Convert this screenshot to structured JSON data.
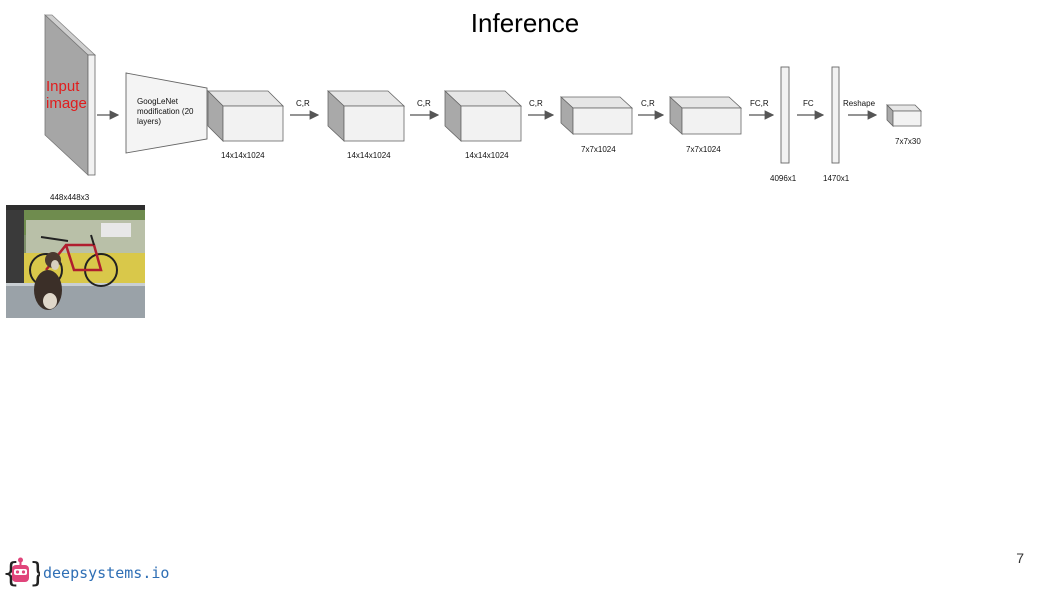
{
  "slide": {
    "title": "Inference",
    "page_number": "7"
  },
  "input": {
    "label": "Input image",
    "dims": "448x448x3"
  },
  "backbone": {
    "label": "GoogLeNet modification (20 layers)"
  },
  "layers": [
    {
      "op": "",
      "dims": "14x14x1024"
    },
    {
      "op": "C,R",
      "dims": "14x14x1024"
    },
    {
      "op": "C,R",
      "dims": "14x14x1024"
    },
    {
      "op": "C,R",
      "dims": "7x7x1024"
    },
    {
      "op": "C,R",
      "dims": "7x7x1024"
    },
    {
      "op": "FC,R",
      "dims": "4096x1"
    },
    {
      "op": "FC",
      "dims": "1470x1"
    },
    {
      "op": "Reshape",
      "dims": "7x7x30"
    }
  ],
  "brand": {
    "name": "deepsystems.io",
    "icon": "robot-logo-icon",
    "color": "#2f6fb5",
    "accent": "#e0457b"
  },
  "colors": {
    "input_label": "#e11d1d",
    "box_front": "#f2f2f2",
    "box_top": "#e6e6e6",
    "box_side": "#a9a9a9",
    "arrow": "#555555"
  }
}
